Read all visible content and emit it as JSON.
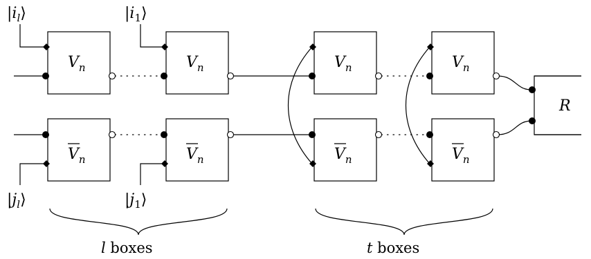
{
  "boxes": {
    "top_left_1": {
      "base": "V",
      "sub": "n"
    },
    "top_left_2": {
      "base": "V",
      "sub": "n"
    },
    "top_right_1": {
      "base": "V",
      "sub": "n"
    },
    "top_right_2": {
      "base": "V",
      "sub": "n"
    },
    "bottom_left_1": {
      "base": "V",
      "sub": "n"
    },
    "bottom_left_2": {
      "base": "V",
      "sub": "n"
    },
    "bottom_right_1": {
      "base": "V",
      "sub": "n"
    },
    "bottom_right_2": {
      "base": "V",
      "sub": "n"
    },
    "r_box": "R"
  },
  "kets": {
    "i_l": {
      "letter": "i",
      "sub": "l"
    },
    "i_1": {
      "letter": "i",
      "sub": "1"
    },
    "j_l": {
      "letter": "j",
      "sub": "l"
    },
    "j_1": {
      "letter": "j",
      "sub": "1"
    }
  },
  "captions": {
    "left": {
      "var": "l",
      "text": " boxes"
    },
    "right": {
      "var": "t",
      "text": " boxes"
    }
  }
}
